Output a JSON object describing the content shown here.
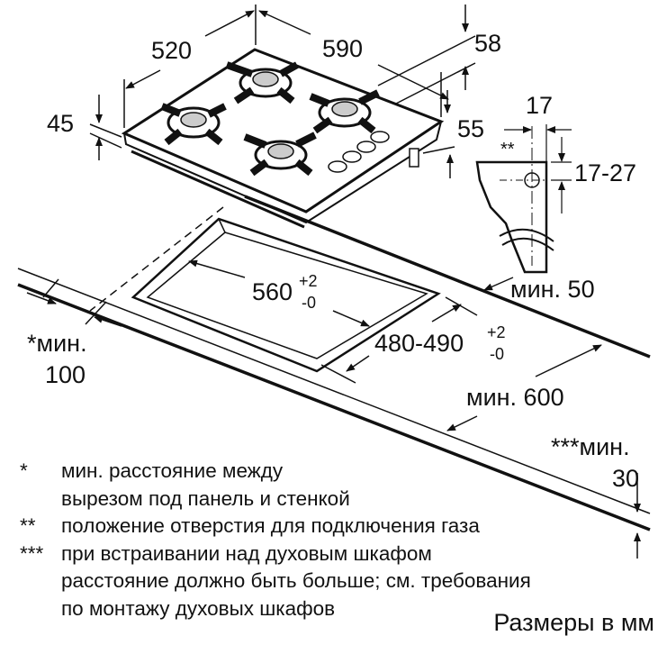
{
  "dimensions": {
    "width": "520",
    "depth": "590",
    "rear_offset": "58",
    "height": "45",
    "gas_height": "55",
    "gas_side": "17",
    "gas_marker": "**",
    "gas_vertical": "17-27",
    "cutout_width": "560",
    "cutout_width_tol_plus": "+2",
    "cutout_width_tol_minus": "-0",
    "cutout_depth": "480-490",
    "cutout_depth_tol_plus": "+2",
    "cutout_depth_tol_minus": "-0",
    "min_back": "мин. 50",
    "min_side_line1": "*мин.",
    "min_side_line2": "100",
    "min_depth": "мин. 600",
    "min_below_line1": "***мин.",
    "min_below_line2": "30"
  },
  "notes": [
    {
      "mark": "*",
      "lines": [
        "мин. расстояние между",
        "вырезом под панель и стенкой"
      ]
    },
    {
      "mark": "**",
      "lines": [
        "положение отверстия для подключения газа"
      ]
    },
    {
      "mark": "***",
      "lines": [
        "при встраивании над духовым шкафом",
        "расстояние должно быть больше; см. требования",
        "по монтажу духовых шкафов"
      ]
    }
  ],
  "units_label": "Размеры в мм"
}
